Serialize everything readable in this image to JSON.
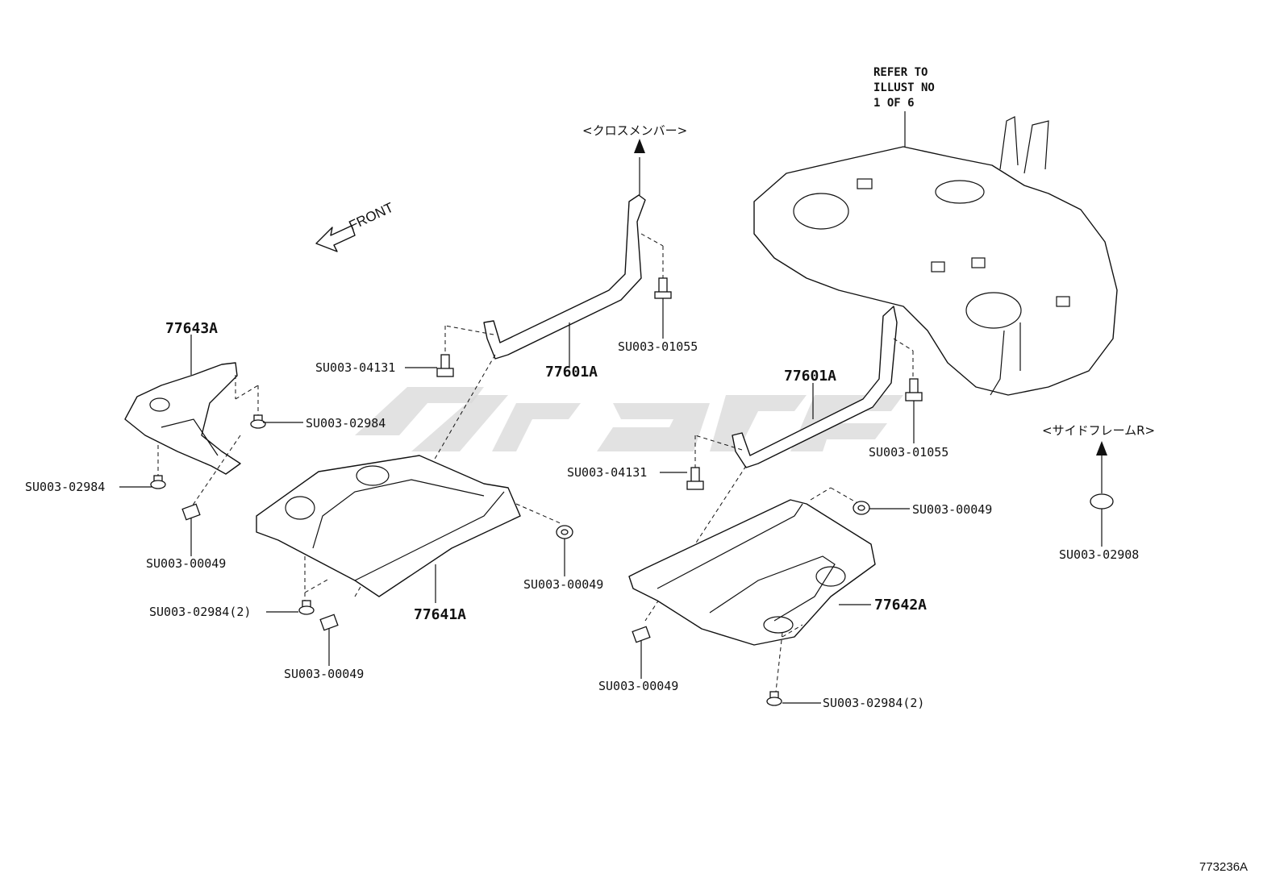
{
  "front_label": "FRONT",
  "figure_number": "773236A",
  "refer_note": [
    "REFER TO",
    "ILLUST NO",
    "1 OF 6"
  ],
  "directions": {
    "cross_member": "<クロスメンバー>",
    "side_frame_r": "<サイドフレームR>"
  },
  "parts": {
    "p77643A": "77643A",
    "p77601A_left": "77601A",
    "p77601A_right": "77601A",
    "p77641A": "77641A",
    "p77642A": "77642A"
  },
  "fasteners": {
    "f_04131_left": "SU003-04131",
    "f_01055_left": "SU003-01055",
    "f_02984_a": "SU003-02984",
    "f_02984_b": "SU003-02984",
    "f_00049_a": "SU003-00049",
    "f_02984_2_left": "SU003-02984(2)",
    "f_00049_b": "SU003-00049",
    "f_00049_c": "SU003-00049",
    "f_04131_right": "SU003-04131",
    "f_01055_right": "SU003-01055",
    "f_00049_d": "SU003-00049",
    "f_00049_e": "SU003-00049",
    "f_02984_2_right": "SU003-02984(2)",
    "f_02908": "SU003-02908"
  },
  "icons": [
    "front-arrow-icon",
    "up-arrow-icon",
    "watermark-logo"
  ]
}
